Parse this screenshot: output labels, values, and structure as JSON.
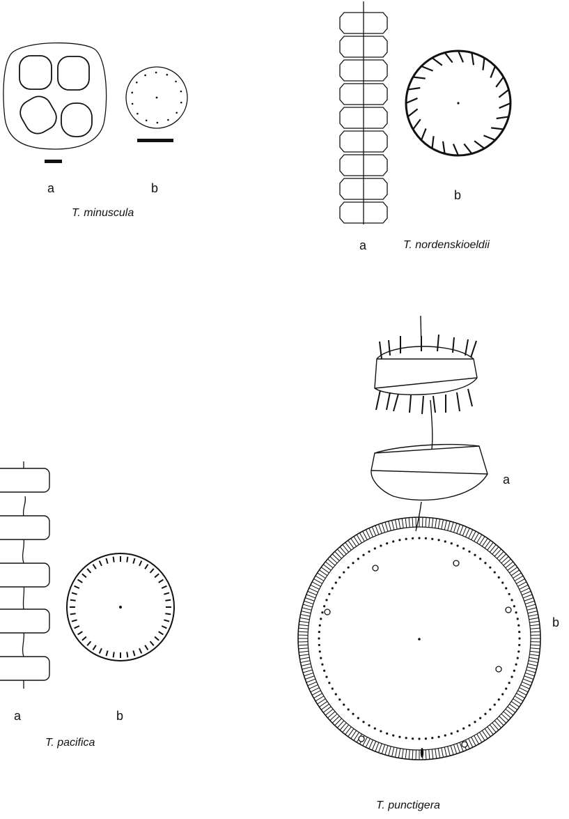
{
  "panels": {
    "minuscula": {
      "name": "T. minuscula",
      "label_a": "a",
      "label_b": "b"
    },
    "nordenskioeldii": {
      "name": "T. nordenskioeldii",
      "label_a": "a",
      "label_b": "b"
    },
    "pacifica": {
      "name": "T. pacifica",
      "label_a": "a",
      "label_b": "b"
    },
    "punctigera": {
      "name": "T. punctigera",
      "label_a": "a",
      "label_b": "b"
    }
  }
}
